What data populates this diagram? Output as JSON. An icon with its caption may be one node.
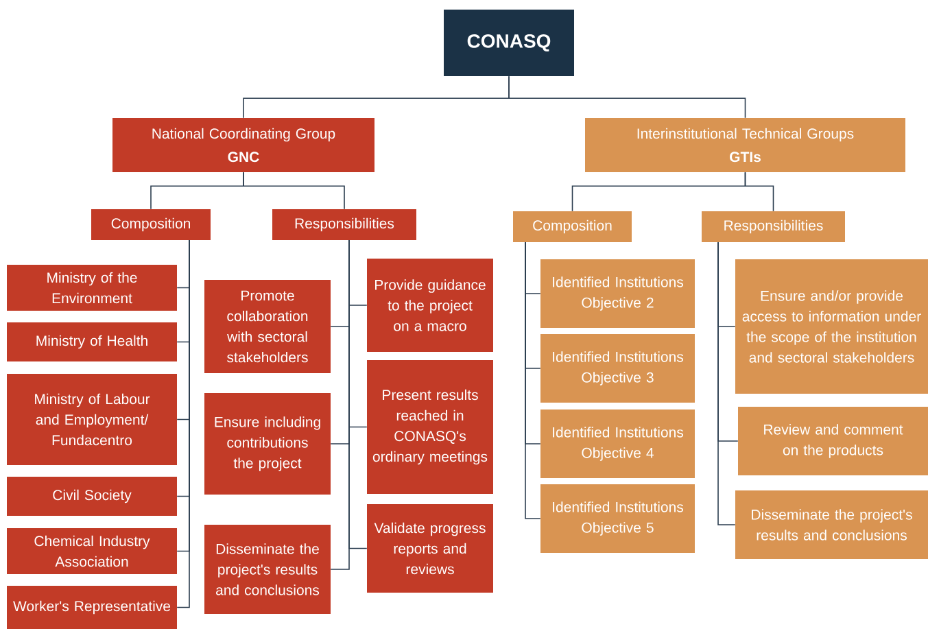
{
  "diagram": {
    "nodes": [
      {
        "text": [
          "CONASQ"
        ]
      },
      {
        "text": [
          "National Coordinating Group",
          "GNC"
        ]
      },
      {
        "text": [
          "Interinstitutional Technical Groups",
          "GTIs"
        ]
      },
      {
        "text": [
          "Composition"
        ]
      },
      {
        "text": [
          "Responsibilities"
        ]
      },
      {
        "text": [
          "Ministry of the Environment"
        ]
      },
      {
        "text": [
          "Ministry of Health"
        ]
      },
      {
        "text": [
          "Ministry of Labour and Employment/ Fundacentro"
        ]
      },
      {
        "text": [
          "Civil Society"
        ]
      },
      {
        "text": [
          "Chemical Industry Association"
        ]
      },
      {
        "text": [
          "Worker's Representative"
        ]
      },
      {
        "text": [
          "Promote collaboration with sectoral stakeholders"
        ]
      },
      {
        "text": [
          "Ensure including contributions the project"
        ]
      },
      {
        "text": [
          "Disseminate the project's results and conclusions"
        ]
      },
      {
        "text": [
          "Provide guidance to the project on a macro"
        ]
      },
      {
        "text": [
          "Present results reached in CONASQ's ordinary meetings"
        ]
      },
      {
        "text": [
          "Validate progress reports and reviews"
        ]
      },
      {
        "text": [
          "Composition"
        ]
      },
      {
        "text": [
          "Responsibilities"
        ]
      },
      {
        "text": [
          "Identified Institutions Objective 2"
        ]
      },
      {
        "text": [
          "Identified Institutions Objective 3"
        ]
      },
      {
        "text": [
          "Identified Institutions Objective 4"
        ]
      },
      {
        "text": [
          "Identified Institutions Objective 5"
        ]
      },
      {
        "text": [
          "Ensure and/or provide access to information under the scope of the institution and sectoral stakeholders"
        ]
      },
      {
        "text": [
          "Review and comment on the products"
        ]
      },
      {
        "text": [
          "Disseminate the project's results and conclusions"
        ]
      }
    ],
    "edges": [
      {
        "from": 0,
        "to": 1,
        "arrow": "none"
      },
      {
        "from": 0,
        "to": 2,
        "arrow": "none"
      },
      {
        "from": 1,
        "to": 3,
        "arrow": "none"
      },
      {
        "from": 1,
        "to": 4,
        "arrow": "none"
      },
      {
        "from": 3,
        "to": 5,
        "arrow": "none"
      },
      {
        "from": 3,
        "to": 6,
        "arrow": "none"
      },
      {
        "from": 3,
        "to": 7,
        "arrow": "none"
      },
      {
        "from": 3,
        "to": 8,
        "arrow": "none"
      },
      {
        "from": 3,
        "to": 9,
        "arrow": "none"
      },
      {
        "from": 3,
        "to": 10,
        "arrow": "none"
      },
      {
        "from": 4,
        "to": 11,
        "arrow": "none"
      },
      {
        "from": 4,
        "to": 12,
        "arrow": "none"
      },
      {
        "from": 4,
        "to": 13,
        "arrow": "none"
      },
      {
        "from": 4,
        "to": 14,
        "arrow": "none"
      },
      {
        "from": 4,
        "to": 15,
        "arrow": "none"
      },
      {
        "from": 4,
        "to": 16,
        "arrow": "none"
      },
      {
        "from": 2,
        "to": 17,
        "arrow": "none"
      },
      {
        "from": 2,
        "to": 18,
        "arrow": "none"
      },
      {
        "from": 17,
        "to": 19,
        "arrow": "none"
      },
      {
        "from": 17,
        "to": 20,
        "arrow": "none"
      },
      {
        "from": 17,
        "to": 21,
        "arrow": "none"
      },
      {
        "from": 17,
        "to": 22,
        "arrow": "none"
      },
      {
        "from": 18,
        "to": 23,
        "arrow": "none"
      },
      {
        "from": 18,
        "to": 24,
        "arrow": "none"
      },
      {
        "from": 18,
        "to": 25,
        "arrow": "none"
      }
    ]
  }
}
